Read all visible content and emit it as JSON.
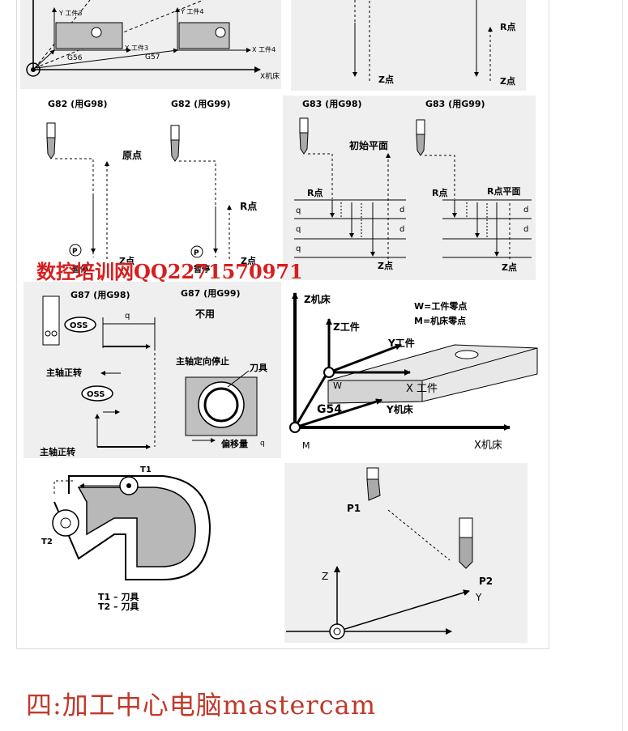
{
  "colors": {
    "heading": "#c0392b",
    "watermark": "#d81e1e",
    "panel_bg": "#e8e8e8",
    "part_fill": "#c0c0c0",
    "line": "#000000"
  },
  "panel_wcs": {
    "y_label_3": "Y 工件3",
    "y_label_4": "Y 工件4",
    "x_label_3": "X 工件3",
    "x_label_4": "X 工件4",
    "g56": "G56",
    "g57": "G57",
    "x_machine": "X机床"
  },
  "panel_drill_top": {
    "r_point": "R点",
    "z_point_left": "Z点",
    "z_point_right": "Z点"
  },
  "panel_g82": {
    "title_g98": "G82 (用G98)",
    "title_g99": "G82 (用G99)",
    "origin": "原点",
    "r_point": "R点",
    "p_mark_1": "P",
    "p_mark_2": "P",
    "pause_1": "暂停",
    "pause_2": "暂停",
    "z_point_1": "Z点",
    "z_point_2": "Z点"
  },
  "panel_g83": {
    "title_g98": "G83 (用G98)",
    "title_g99": "G83 (用G99)",
    "initial_plane": "初始平面",
    "r_point_left": "R点",
    "r_point_right": "R点",
    "r_plane": "R点平面",
    "q": "q",
    "d": "d",
    "z_point_left": "Z点",
    "z_point_right": "Z点"
  },
  "watermark": "数控培训网QQ2271570971",
  "panel_g87": {
    "title_g98": "G87 (用G98)",
    "title_g99": "G87 (用G99)",
    "not_used": "不用",
    "oss": "OSS",
    "q": "q",
    "spindle_cw_1": "主轴正转",
    "spindle_cw_2": "主轴正转",
    "spindle_orient_stop": "主轴定向停止",
    "tool": "刀具",
    "offset": "偏移量",
    "offset_q": "q"
  },
  "panel_g54": {
    "z_machine": "Z机床",
    "z_workpiece": "Z工件",
    "y_workpiece": "Y工件",
    "x_workpiece": "X 工件",
    "y_machine": "Y机床",
    "x_machine": "X机床",
    "w": "W",
    "m": "M",
    "g54": "G54",
    "legend_w": "W=工件零点",
    "legend_m": "M=机床零点"
  },
  "panel_tool_change": {
    "t1": "T1",
    "t2": "T2",
    "legend_1": "T1 – 刀具",
    "legend_2": "T2 – 刀具"
  },
  "panel_p1p2": {
    "p1": "P1",
    "p2": "P2",
    "z": "Z",
    "y": "Y"
  },
  "section_heading": "四:加工中心电脑mastercam"
}
